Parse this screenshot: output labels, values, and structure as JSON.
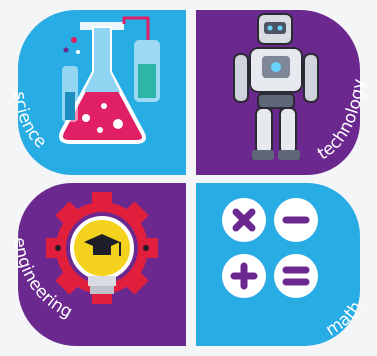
{
  "quadrants": [
    {
      "key": "science",
      "label": "science",
      "color": "#27ace4"
    },
    {
      "key": "technology",
      "label": "technology",
      "color": "#6b2990"
    },
    {
      "key": "engineering",
      "label": "engineering",
      "color": "#6b2990"
    },
    {
      "key": "math",
      "label": "math",
      "color": "#27ace4"
    }
  ],
  "icons": {
    "science": "lab-flasks-icon",
    "technology": "robot-icon",
    "engineering": "gear-lightbulb-graduation-cap-icon",
    "math": "math-operators-icon"
  }
}
